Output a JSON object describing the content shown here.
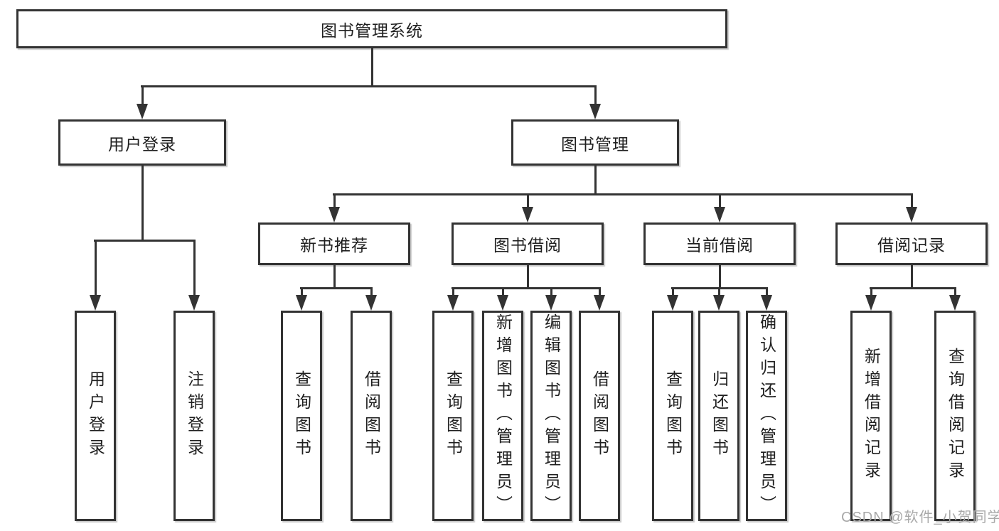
{
  "title": "图书管理系统",
  "watermark": "CSDN @软件_小贺同学",
  "colors": {
    "line": "#333333",
    "text": "#1f1f1f",
    "watermark": "#a9a9a9",
    "background": "#ffffff"
  },
  "tree": {
    "root": {
      "label": "图书管理系统",
      "children": [
        {
          "label": "用户登录",
          "children": [
            {
              "label": "用户登录"
            },
            {
              "label": "注销登录"
            }
          ]
        },
        {
          "label": "图书管理",
          "children": [
            {
              "label": "新书推荐",
              "children": [
                {
                  "label": "查询图书"
                },
                {
                  "label": "借阅图书"
                }
              ]
            },
            {
              "label": "图书借阅",
              "children": [
                {
                  "label": "查询图书"
                },
                {
                  "label": "新增图书（管理员）"
                },
                {
                  "label": "编辑图书（管理员）"
                },
                {
                  "label": "借阅图书"
                }
              ]
            },
            {
              "label": "当前借阅",
              "children": [
                {
                  "label": "查询图书"
                },
                {
                  "label": "归还图书"
                },
                {
                  "label": "确认归还（管理员）"
                }
              ]
            },
            {
              "label": "借阅记录",
              "children": [
                {
                  "label": "新增借阅记录"
                },
                {
                  "label": "查询借阅记录"
                }
              ]
            }
          ]
        }
      ]
    }
  }
}
